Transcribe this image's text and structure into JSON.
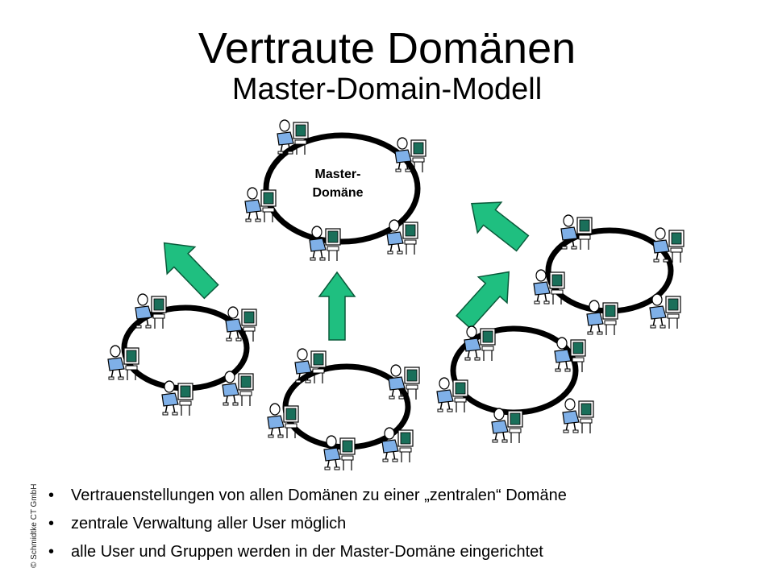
{
  "title": "Vertraute Domänen",
  "subtitle": "Master-Domain-Modell",
  "master_label_line1": "Master-",
  "master_label_line2": "Domäne",
  "bullets": [
    "Vertrauenstellungen von allen Domänen zu einer „zentralen“ Domäne",
    "zentrale Verwaltung aller User möglich",
    "alle User und Gruppen werden in der Master-Domäne eingerichtet"
  ],
  "bullet_char": "•",
  "copyright": "© Schmidtke CT GmbH",
  "colors": {
    "arrow_fill": "#1fbf80",
    "arrow_stroke": "#0a5a3a",
    "ring": "#000000",
    "monitor_screen": "#1a6f5a",
    "person_shirt": "#7fb0e8"
  }
}
